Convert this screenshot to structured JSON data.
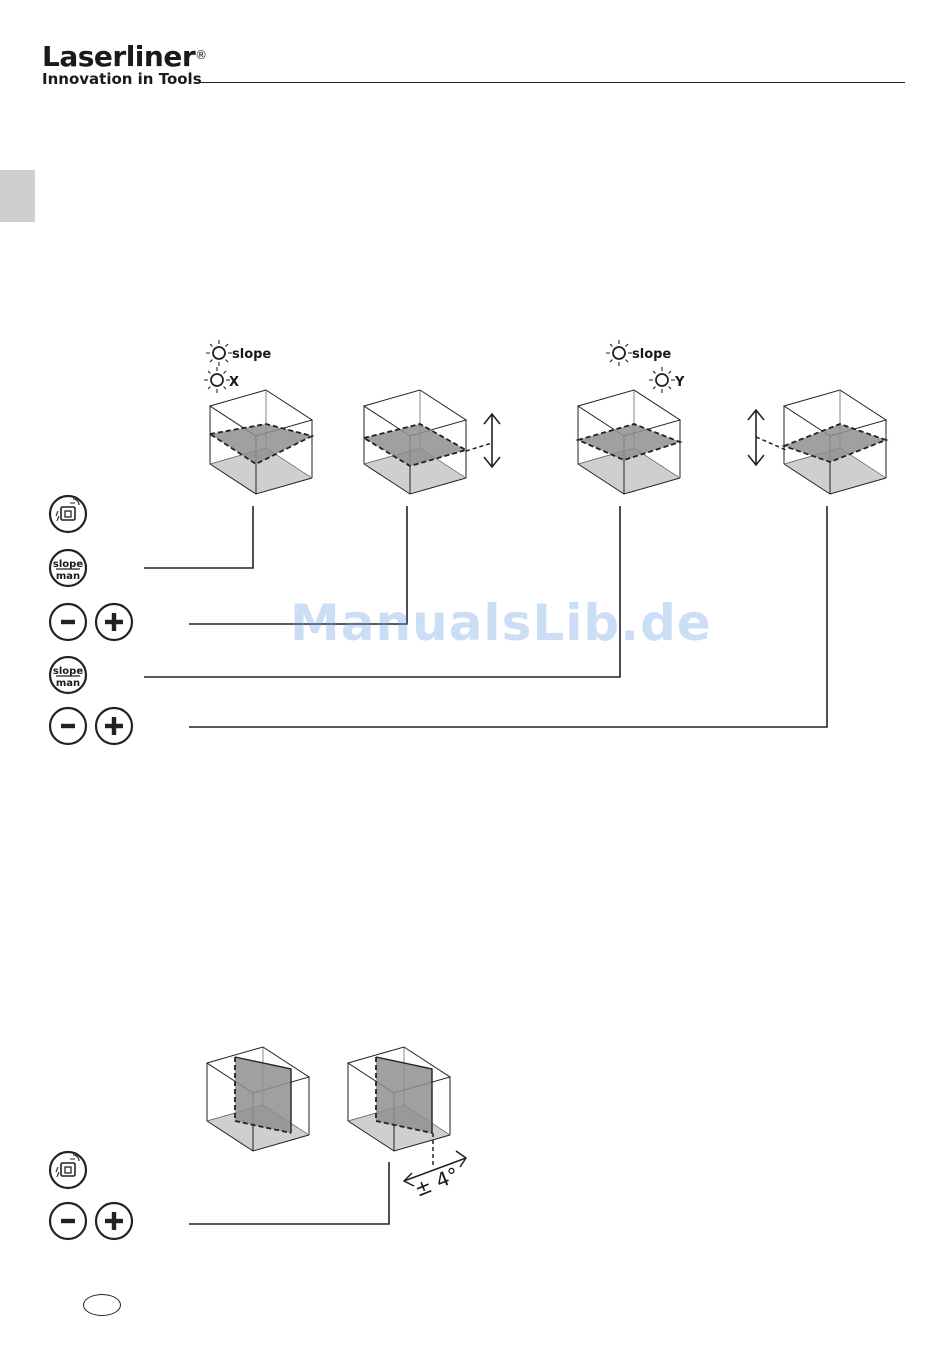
{
  "header": {
    "brand": "Laserliner",
    "registered": "®",
    "tagline": "Innovation in Tools"
  },
  "indicators": {
    "slope": "slope",
    "axis_x": "X",
    "axis_y": "Y"
  },
  "buttons": {
    "slope_top": "slope",
    "slope_bottom": "man",
    "minus": "−",
    "plus": "+"
  },
  "annotation": {
    "angle": "± 4°"
  },
  "watermark": "ManualsLib.de",
  "colors": {
    "plane": "#8f8f8f",
    "floor": "#cfcfcf",
    "line": "#222222",
    "side_tab": "#cfcfcf"
  }
}
